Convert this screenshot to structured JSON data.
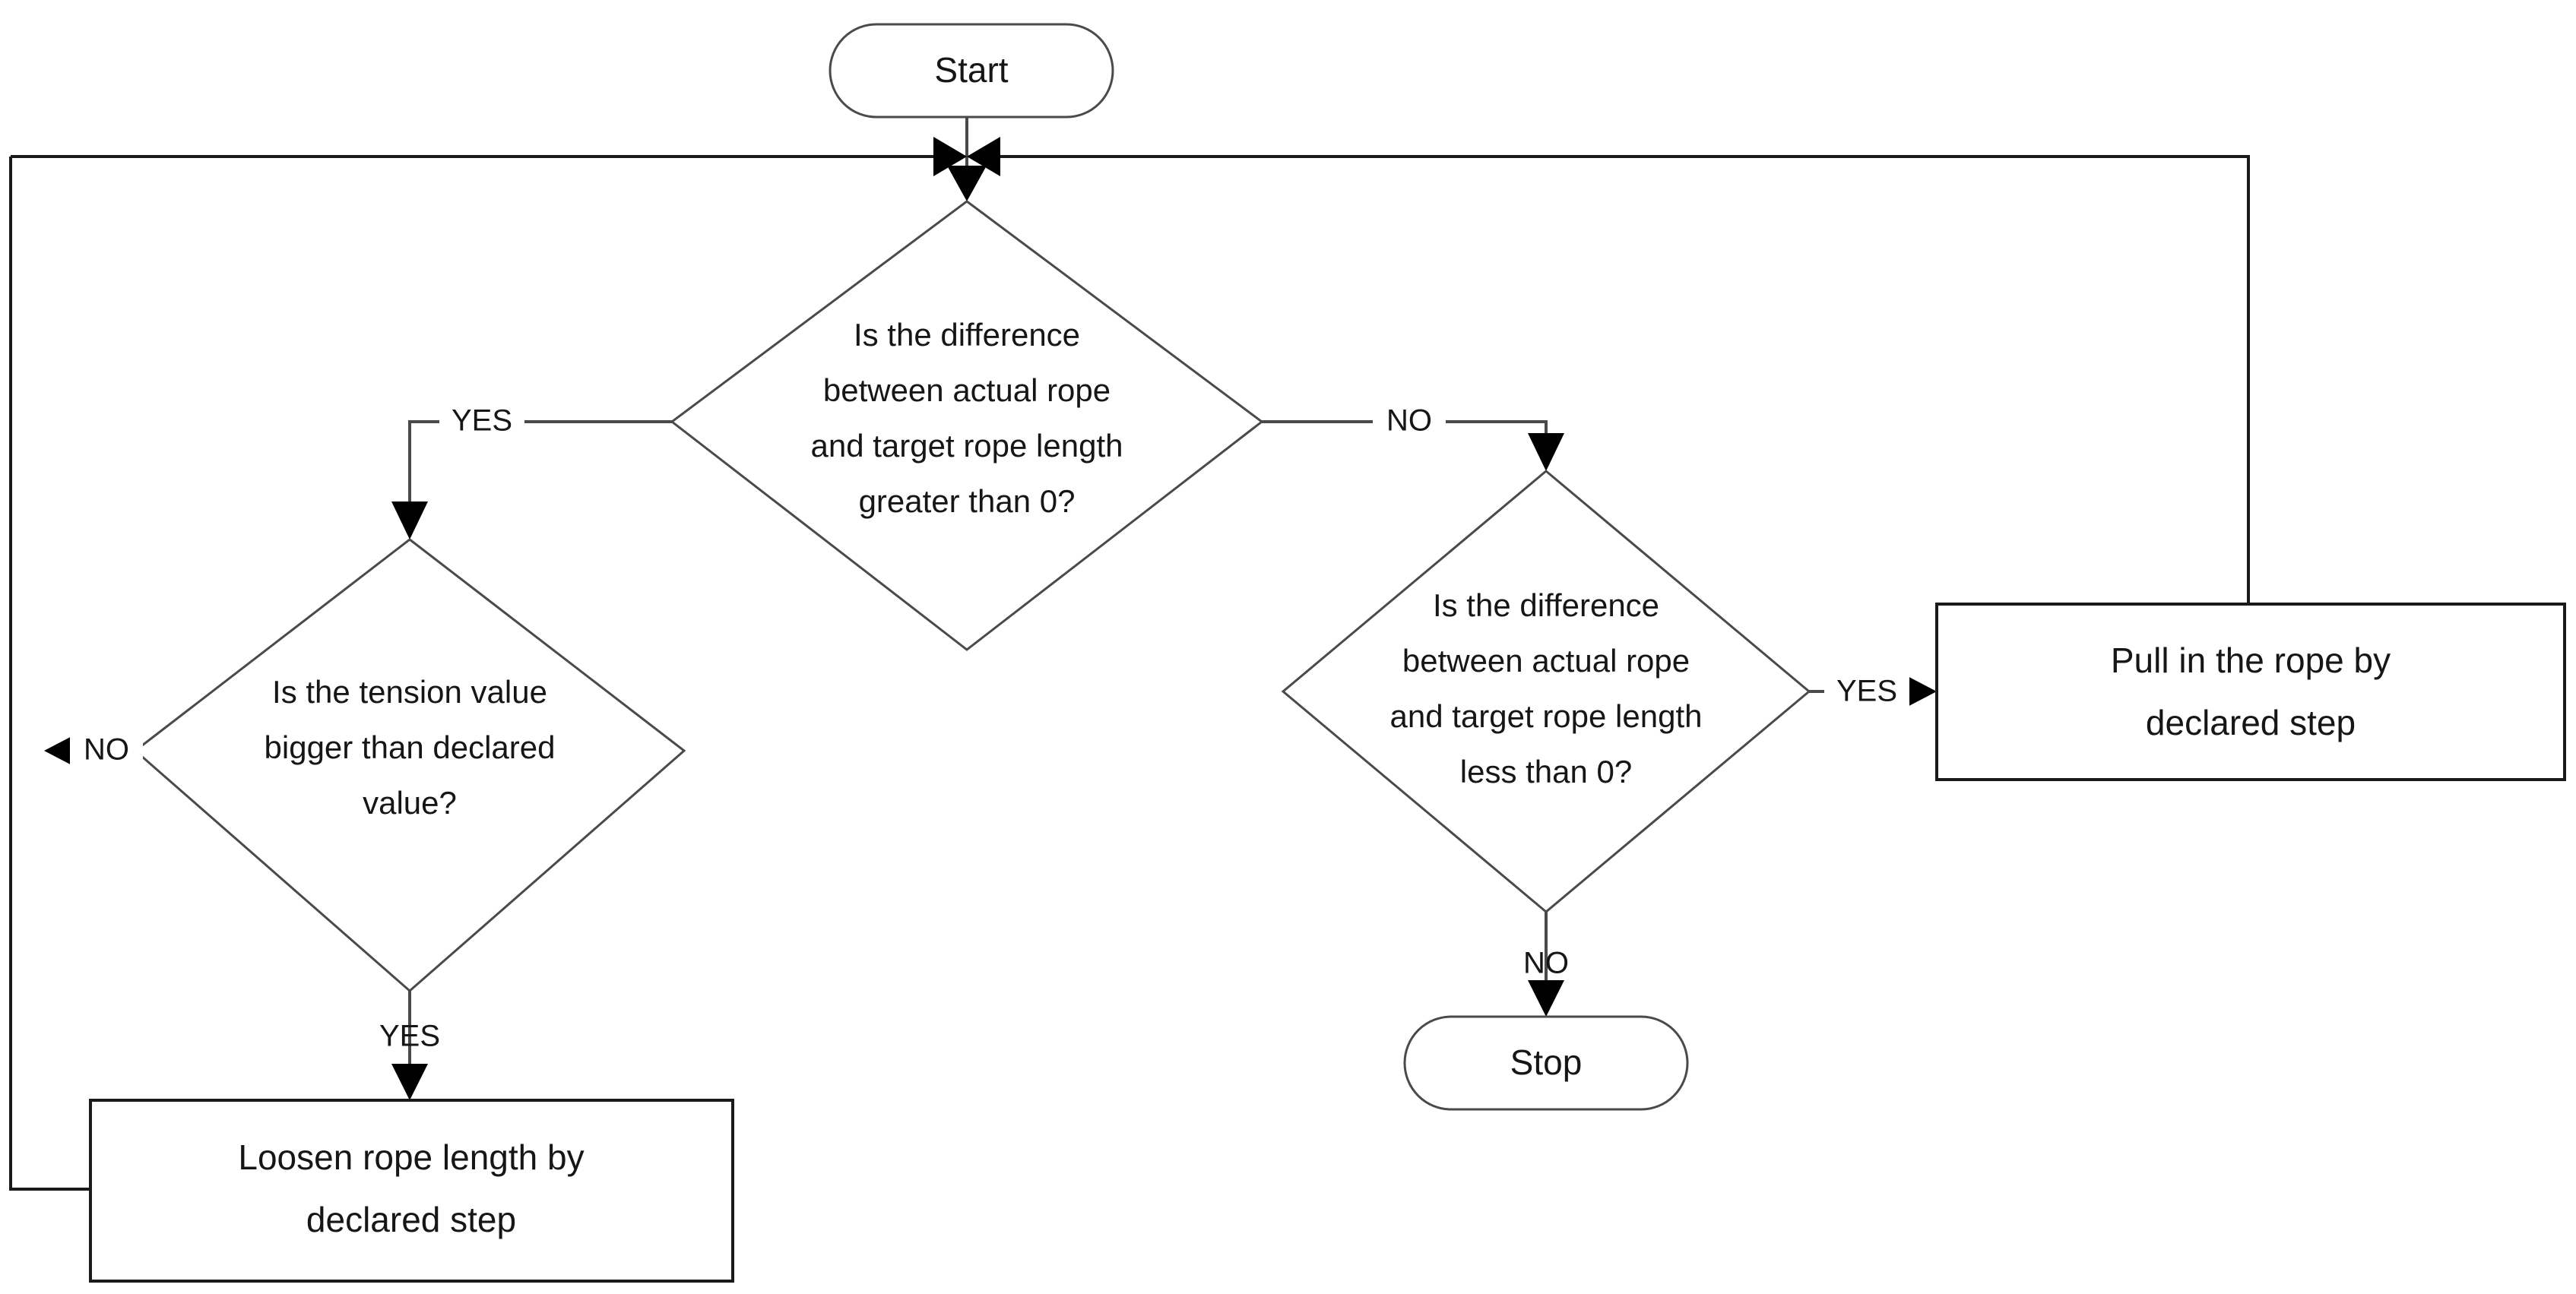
{
  "diagram": {
    "title": "Rope length control flowchart",
    "background_color": "#ffffff",
    "line_color": "#4a4a4a",
    "text_color": "#161616"
  },
  "nodes": {
    "start": {
      "type": "terminator",
      "label": "Start"
    },
    "decision_greater": {
      "type": "decision",
      "line1": "Is the difference",
      "line2": "between actual rope",
      "line3": "and target rope length",
      "line4": "greater than 0?"
    },
    "decision_tension": {
      "type": "decision",
      "line1": "Is the tension value",
      "line2": "bigger than declared",
      "line3": "value?"
    },
    "decision_less": {
      "type": "decision",
      "line1": "Is the difference",
      "line2": "between actual rope",
      "line3": "and target rope length",
      "line4": "less than 0?"
    },
    "process_loosen": {
      "type": "process",
      "line1": "Loosen rope length by",
      "line2": "declared step"
    },
    "process_pull": {
      "type": "process",
      "line1": "Pull in the rope by",
      "line2": "declared step"
    },
    "stop": {
      "type": "terminator",
      "label": "Stop"
    }
  },
  "edge_labels": {
    "greater_yes": "YES",
    "greater_no": "NO",
    "tension_no": "NO",
    "tension_yes": "YES",
    "less_yes": "YES",
    "less_no": "NO"
  }
}
